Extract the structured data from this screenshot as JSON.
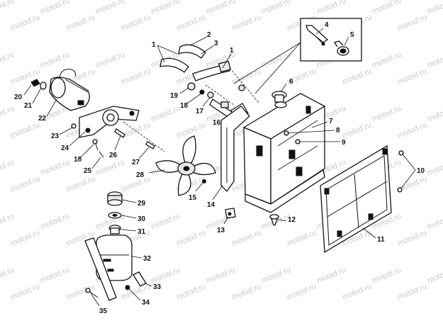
{
  "watermark": "motod.ru",
  "callouts": [
    "1",
    "1",
    "2",
    "3",
    "4",
    "5",
    "6",
    "7",
    "8",
    "9",
    "10",
    "11",
    "12",
    "13",
    "14",
    "15",
    "16",
    "17",
    "18",
    "18",
    "19",
    "20",
    "21",
    "22",
    "23",
    "24",
    "25",
    "26",
    "27",
    "28",
    "29",
    "30",
    "31",
    "32",
    "33",
    "34",
    "35"
  ]
}
